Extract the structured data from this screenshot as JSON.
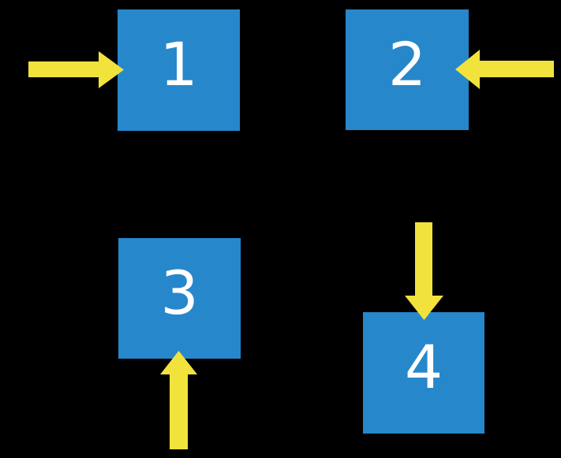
{
  "colors": {
    "background": "#000000",
    "square": "#2787CB",
    "arrow": "#F2E23C",
    "label": "#FFFFFF"
  },
  "squares": [
    {
      "label": "1",
      "arrow_direction": "right",
      "arrow_points_from": "left"
    },
    {
      "label": "2",
      "arrow_direction": "left",
      "arrow_points_from": "right"
    },
    {
      "label": "3",
      "arrow_direction": "up",
      "arrow_points_from": "bottom"
    },
    {
      "label": "4",
      "arrow_direction": "down",
      "arrow_points_from": "top"
    }
  ]
}
